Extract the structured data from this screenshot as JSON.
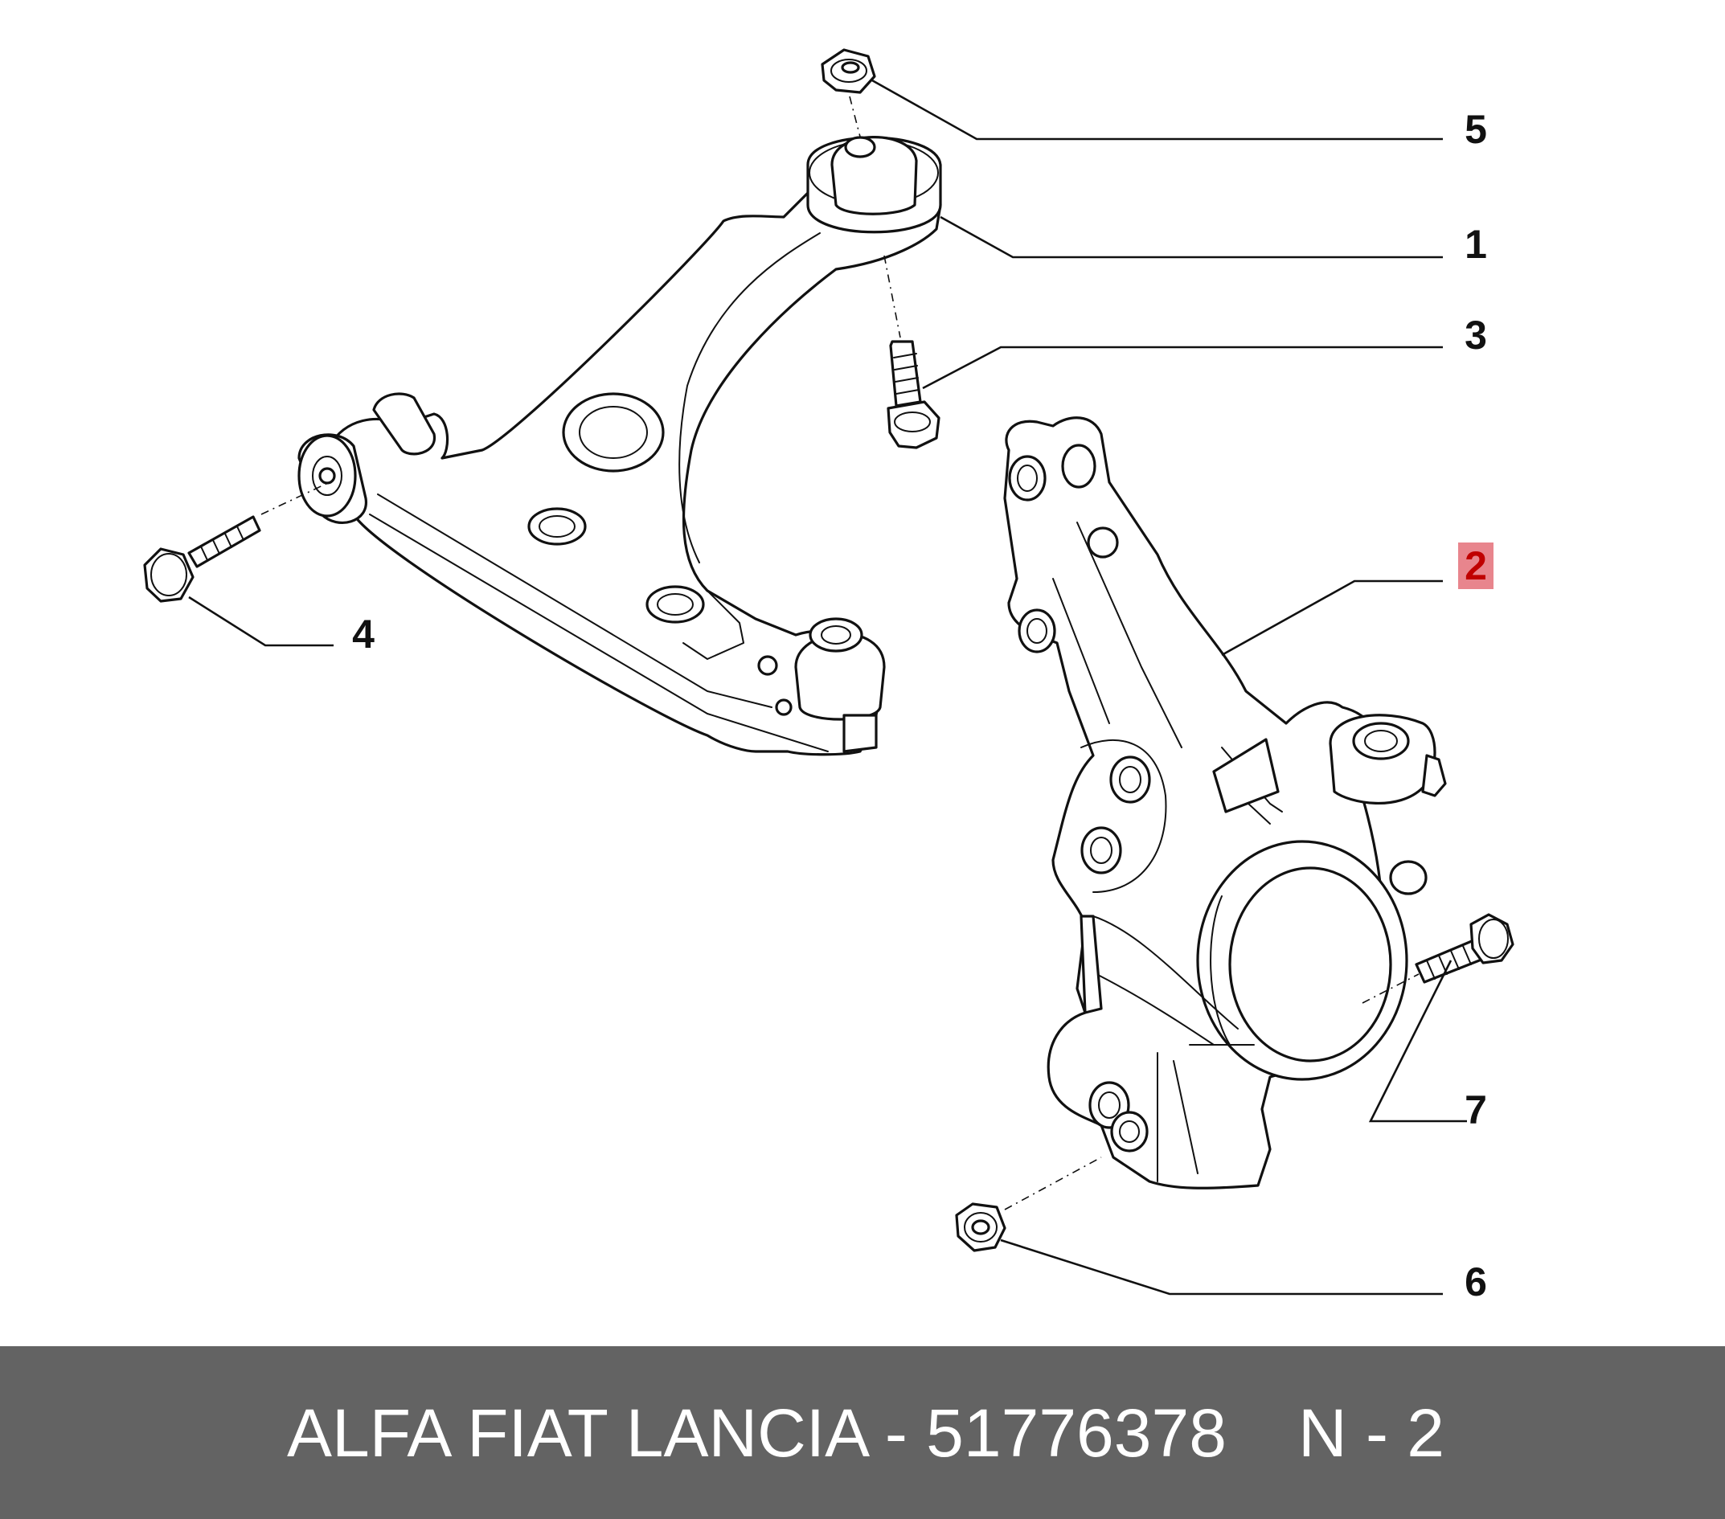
{
  "callouts": [
    {
      "id": "5",
      "label": "5",
      "highlighted": false
    },
    {
      "id": "1",
      "label": "1",
      "highlighted": false
    },
    {
      "id": "3",
      "label": "3",
      "highlighted": false
    },
    {
      "id": "2",
      "label": "2",
      "highlighted": true
    },
    {
      "id": "4",
      "label": "4",
      "highlighted": false
    },
    {
      "id": "7",
      "label": "7",
      "highlighted": false
    },
    {
      "id": "6",
      "label": "6",
      "highlighted": false
    }
  ],
  "footer": {
    "part_text": "ALFA FIAT LANCIA - 51776378",
    "ref_text": "N - 2"
  },
  "colors": {
    "footer_bg": "#636363",
    "footer_text": "#ffffff",
    "highlight_bg": "#e8858d",
    "highlight_text": "#c00000",
    "line": "#111111"
  }
}
